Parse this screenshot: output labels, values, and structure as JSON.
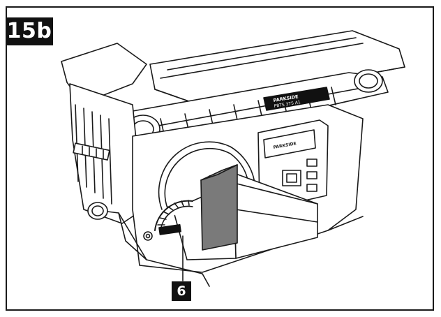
{
  "figure": {
    "label": "15b",
    "callout_number": "6",
    "brand_text": "PARKSIDE",
    "brand_text_2": "PARKSIDE",
    "model_text": "PBTS 375 A1",
    "colors": {
      "ink": "#1a1a1a",
      "highlight_gray": "#7a7a7a",
      "paper": "#ffffff"
    }
  }
}
